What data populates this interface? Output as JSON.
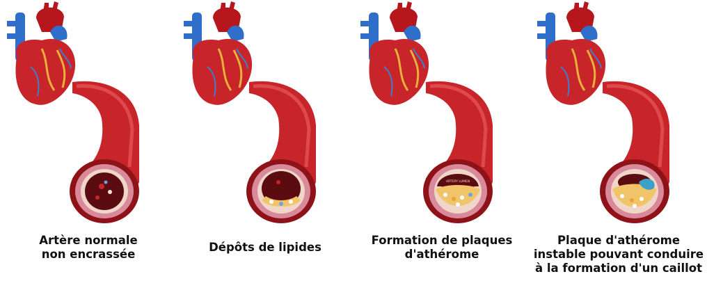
{
  "colors": {
    "artery_outer": "#c8252b",
    "artery_dark": "#8e1318",
    "wall_pink": "#d98a9a",
    "lumen": "#5a0c10",
    "plaque": "#f2c46a",
    "aorta_blue": "#2f6fc9",
    "caption": "#111111"
  },
  "stages": [
    {
      "lines": [
        "Artère normale",
        "non encrassée"
      ]
    },
    {
      "lines": [
        "Dépôts de lipides"
      ]
    },
    {
      "lines": [
        "Formation de plaques",
        "d'athérome"
      ],
      "lumen_label": "ARTERY LUMEN"
    },
    {
      "lines": [
        "Plaque d'athérome",
        "instable pouvant conduire",
        "à la formation d'un caillot"
      ]
    }
  ]
}
